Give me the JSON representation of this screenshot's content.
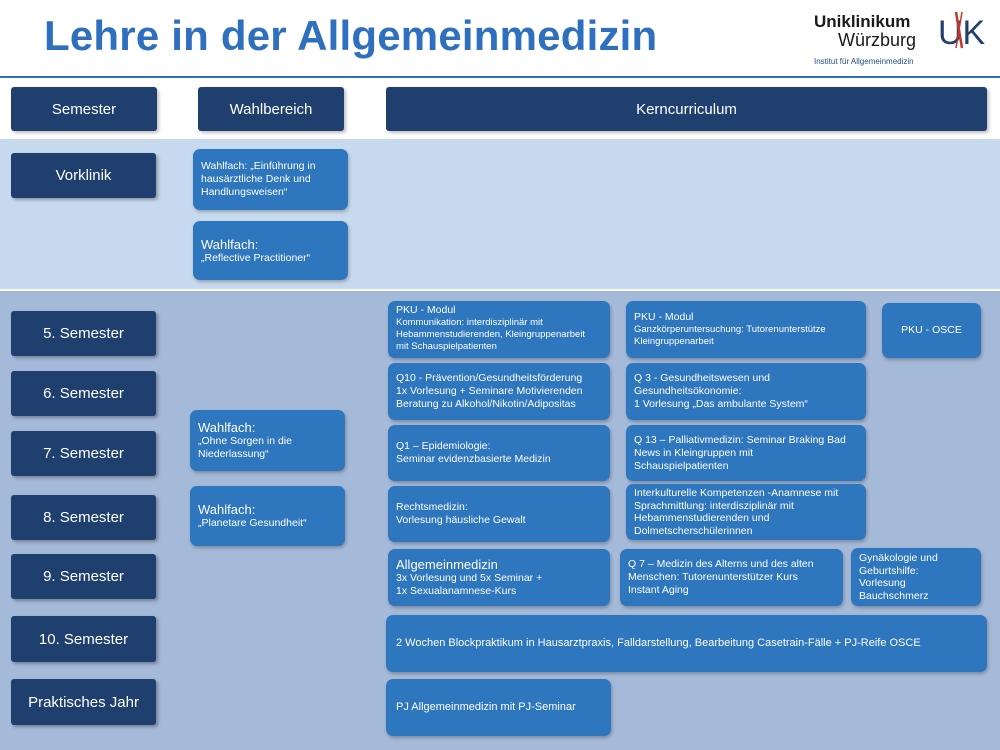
{
  "title": "Lehre in der Allgemeinmedizin",
  "logo": {
    "line1": "Uniklinikum",
    "line2": "Würzburg",
    "line3": "Institut für Allgemeinmedizin",
    "mark": "UK"
  },
  "headers": {
    "semester": "Semester",
    "wahlbereich": "Wahlbereich",
    "kerncurriculum": "Kerncurriculum"
  },
  "semesters": {
    "vorklinik": "Vorklinik",
    "s5": "5. Semester",
    "s6": "6. Semester",
    "s7": "7. Semester",
    "s8": "8. Semester",
    "s9": "9. Semester",
    "s10": "10. Semester",
    "pj": "Praktisches Jahr"
  },
  "wahl": {
    "einfuehrung": [
      "Wahlfach: „Einführung in",
      "hausärztliche Denk und",
      "Handlungsweisen“"
    ],
    "reflective": [
      "Wahlfach:",
      "„Reflective Practitioner“"
    ],
    "sorgen": [
      "Wahlfach:",
      "„Ohne Sorgen in die",
      "Niederlassung“"
    ],
    "planetare": [
      "Wahlfach:",
      "„Planetare Gesundheit“"
    ]
  },
  "kern": {
    "pku_komm": [
      "PKU - Modul",
      "Kommunikation: interdisziplinär mit",
      "Hebammenstudierenden, Kleingruppenarbeit",
      "mit Schauspielpatienten"
    ],
    "pku_gk": [
      "PKU - Modul",
      "Ganzkörperuntersuchung: Tutorenunterstütze",
      "Kleingruppenarbeit"
    ],
    "pku_osce": "PKU - OSCE",
    "q10": [
      "Q10 - Prävention/Gesundheitsförderung",
      "1x Vorlesung + Seminare Motivierenden",
      "Beratung zu Alkohol/Nikotin/Adipositas"
    ],
    "q3": [
      "Q 3 - Gesundheitswesen und",
      "Gesundheitsökonomie:",
      "1 Vorlesung „Das ambulante System“"
    ],
    "q1": [
      "Q1 – Epidemiologie:",
      "Seminar evidenzbasierte Medizin"
    ],
    "q13": [
      "Q 13 – Palliativmedizin: Seminar Braking Bad",
      "News in Kleingruppen mit",
      "Schauspielpatienten"
    ],
    "recht": [
      "Rechtsmedizin:",
      "Vorlesung häusliche Gewalt"
    ],
    "interkult": [
      "Interkulturelle Kompetenzen -Anamnese mit",
      "Sprachmittlung: interdisziplinär mit",
      "Hebammenstudierenden und",
      "Dolmetscherschülerinnen"
    ],
    "allg_title": "Allgemeinmedizin",
    "allg": [
      "3x Vorlesung und 5x Seminar +",
      "1x Sexualanamnese-Kurs"
    ],
    "q7": [
      "Q 7 – Medizin des Alterns und des alten",
      "Menschen: Tutorenunterstützer Kurs",
      "Instant Aging"
    ],
    "gyn": [
      "Gynäkologie und",
      "Geburtshilfe:",
      "Vorlesung",
      "Bauchschmerz"
    ],
    "block": "2 Wochen Blockpraktikum in Hausarztpraxis, Falldarstellung, Bearbeitung Casetrain-Fälle + PJ-Reife OSCE",
    "pj": "PJ Allgemeinmedizin mit PJ-Seminar"
  }
}
